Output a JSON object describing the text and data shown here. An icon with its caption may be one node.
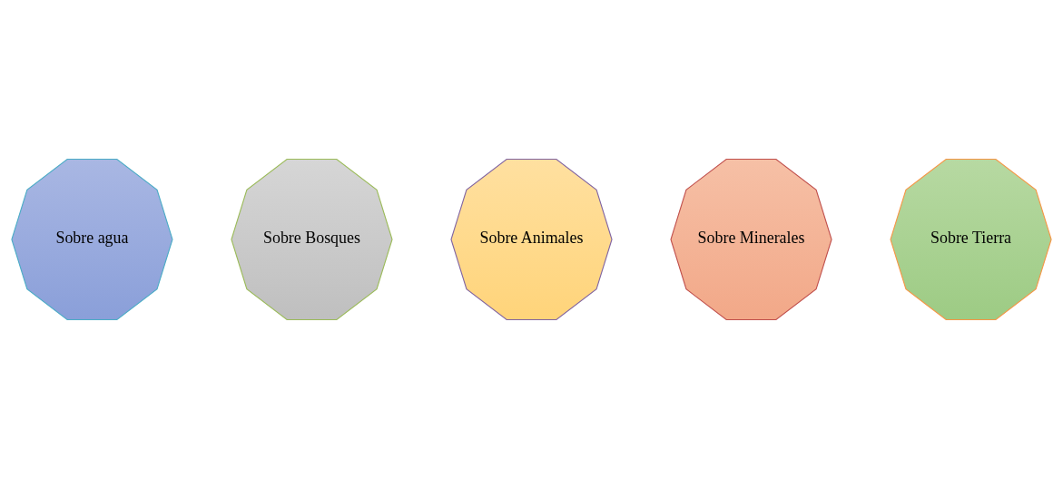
{
  "diagram": {
    "nodes": [
      {
        "text": [
          "Sobre agua"
        ]
      },
      {
        "text": [
          "Sobre Bosques"
        ]
      },
      {
        "text": [
          "Sobre Animales"
        ]
      },
      {
        "text": [
          "Sobre Minerales"
        ]
      },
      {
        "text": [
          "Sobre Tierra"
        ]
      }
    ]
  }
}
